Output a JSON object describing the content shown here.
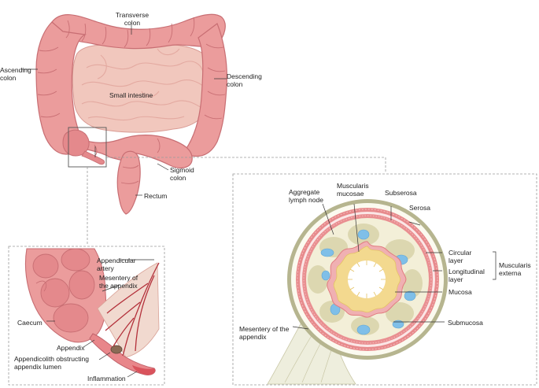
{
  "overview": {
    "transverse_colon": "Transverse colon",
    "ascending_colon": "Ascending colon",
    "descending_colon": "Descending colon",
    "small_intestine": "Small intestine",
    "sigmoid_colon": "Sigmoid colon",
    "rectum": "Rectum"
  },
  "appendix_detail": {
    "appendicular_artery": "Appendicular artery",
    "mesentery": "Mesentery of the appendix",
    "caecum": "Caecum",
    "appendix": "Appendix",
    "appendicolith": "Appendicolith obstructing appendix lumen",
    "inflammation": "Inflammation"
  },
  "cross_section": {
    "aggregate_lymph_node": "Aggregate lymph node",
    "muscularis_mucosae": "Muscularis mucosae",
    "subserosa": "Subserosa",
    "serosa": "Serosa",
    "circular_layer": "Circular layer",
    "longitudinal_layer": "Longitudinal layer",
    "muscularis_externa": "Muscularis externa",
    "mucosa": "Mucosa",
    "submucosa": "Submucosa",
    "mesentery": "Mesentery of the appendix"
  },
  "colors": {
    "colon": "#eb9c9c",
    "colon_dark": "#c86e73",
    "small_intestine": "#f1c7bd",
    "artery": "#b3303a",
    "serosa": "#b6b58f",
    "muscle": "#e78a8c",
    "submucosa": "#f3efd8",
    "lymph": "#7fbfe8",
    "mucosa": "#f3d98f",
    "dashed": "#9a9a9a"
  }
}
